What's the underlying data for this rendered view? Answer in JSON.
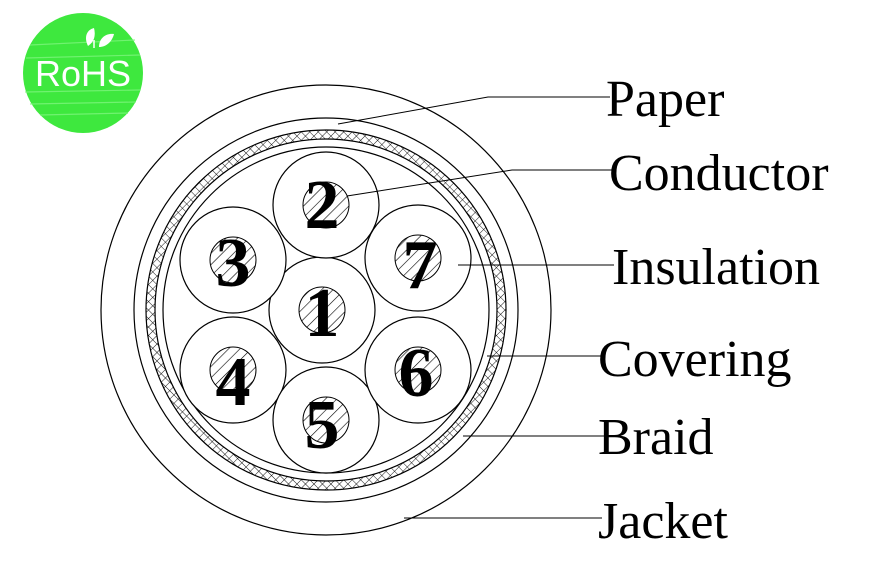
{
  "badge": {
    "text": "RoHS",
    "fill_color": "#3ee83e",
    "leaf_color": "#ffffff"
  },
  "labels": [
    "Paper",
    "Conductor",
    "Insulation",
    "Covering",
    "Braid",
    "Jacket"
  ],
  "cores": [
    "1",
    "2",
    "3",
    "4",
    "5",
    "6",
    "7"
  ],
  "colors": {
    "line": "#000000",
    "background": "#ffffff"
  }
}
